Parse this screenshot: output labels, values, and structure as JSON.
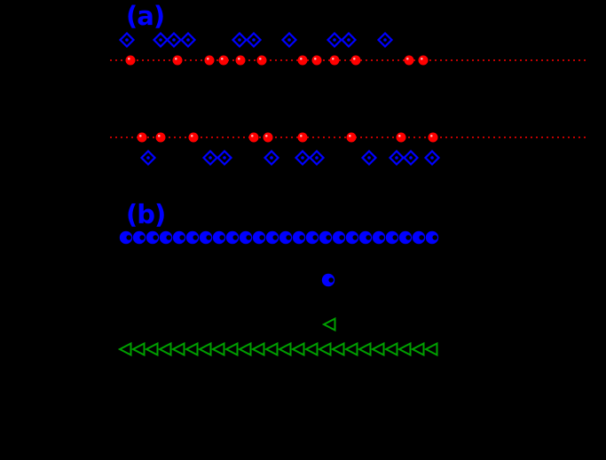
{
  "figure": {
    "background_color": "#000000",
    "panel_a_label": "(a)",
    "panel_b_label": "(b)",
    "label_color": "#0000ff"
  },
  "chart_data": {
    "type": "scatter",
    "title": "",
    "xlabel": "",
    "ylabel": "",
    "axes_visible": false,
    "coordinate_space": "pixels_683x519",
    "legend": "none",
    "colors": {
      "blue": "#0000ff",
      "red": "#ff0000",
      "green": "#00a000",
      "background": "#000000"
    },
    "lines": [
      {
        "name": "dashed-red-line-top",
        "y": 68,
        "x1": 124,
        "x2": 662,
        "color": "#ff0000",
        "style": "dotted"
      },
      {
        "name": "dashed-red-line-bottom",
        "y": 155,
        "x1": 124,
        "x2": 662,
        "color": "#ff0000",
        "style": "dotted"
      }
    ],
    "series": [
      {
        "name": "panel-a-upper-diamonds",
        "marker": "open-diamond-dot",
        "color": "#0000ff",
        "y": 45,
        "x": [
          143,
          181,
          196,
          212,
          270,
          286,
          326,
          377,
          393,
          434
        ]
      },
      {
        "name": "panel-a-upper-circles",
        "marker": "sphere",
        "color": "#ff0000",
        "y": 68,
        "x": [
          147,
          200,
          236,
          252,
          271,
          295,
          341,
          357,
          377,
          401,
          461,
          477
        ]
      },
      {
        "name": "panel-a-lower-circles",
        "marker": "sphere",
        "color": "#ff0000",
        "y": 155,
        "x": [
          160,
          181,
          218,
          286,
          302,
          341,
          396,
          452,
          488
        ]
      },
      {
        "name": "panel-a-lower-diamonds",
        "marker": "open-diamond-dot",
        "color": "#0000ff",
        "y": 178,
        "x": [
          167,
          237,
          253,
          306,
          341,
          357,
          416,
          447,
          463,
          487
        ]
      },
      {
        "name": "panel-b-circle-row",
        "marker": "sphere-notch",
        "color": "#0000ff",
        "y": 268,
        "x": [
          142,
          157,
          172,
          187,
          202,
          217,
          232,
          247,
          262,
          277,
          292,
          307,
          322,
          337,
          352,
          367,
          382,
          397,
          412,
          427,
          442,
          457,
          472,
          487
        ]
      },
      {
        "name": "panel-b-single-circle",
        "marker": "sphere-notch",
        "color": "#0000ff",
        "y": 316,
        "x": [
          370
        ]
      },
      {
        "name": "panel-b-single-triangle",
        "marker": "open-left-triangle",
        "color": "#00a000",
        "y": 366,
        "x": [
          372
        ]
      },
      {
        "name": "panel-b-triangle-row",
        "marker": "open-left-triangle",
        "color": "#00a000",
        "y": 394,
        "x": [
          142,
          157,
          172,
          187,
          202,
          217,
          232,
          247,
          262,
          277,
          292,
          307,
          322,
          337,
          352,
          367,
          382,
          397,
          412,
          427,
          442,
          457,
          472,
          487
        ]
      }
    ]
  }
}
